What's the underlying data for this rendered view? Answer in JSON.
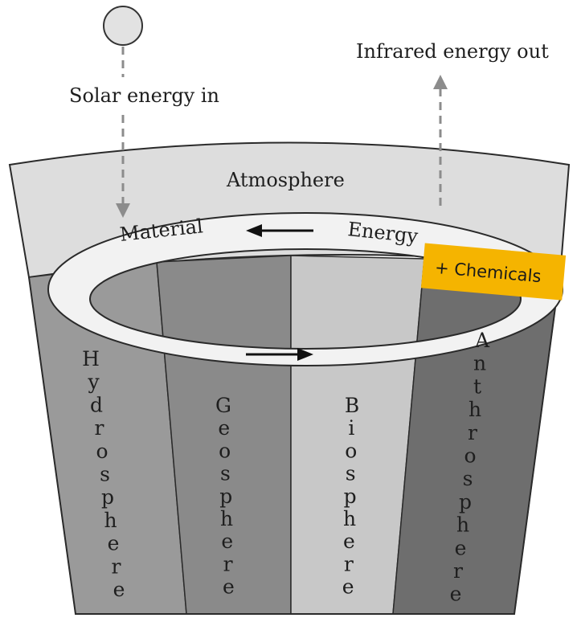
{
  "labels": {
    "solar": "Solar energy in",
    "infrared": "Infrared energy out",
    "atmosphere": "Atmosphere",
    "material": "Material",
    "energy": "Energy",
    "chemicals": "+ Chemicals"
  },
  "spheres": [
    {
      "name": "Hydrosphere",
      "color": "#9a9a9a"
    },
    {
      "name": "Geosphere",
      "color": "#8a8a8a"
    },
    {
      "name": "Biosphere",
      "color": "#c8c8c8"
    },
    {
      "name": "Anthrosphere",
      "color": "#6e6e6e"
    }
  ],
  "colors": {
    "atmosphere": "#dddddd",
    "ring": "#f2f2f2",
    "badge": "#f5b400",
    "sun": "#e2e2e2",
    "dashed_arrow": "#8c8c8c"
  }
}
